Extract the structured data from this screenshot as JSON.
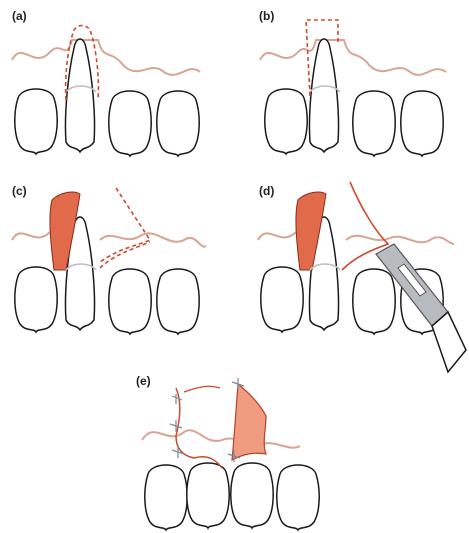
{
  "panels": [
    {
      "id": "a",
      "label": "(a)"
    },
    {
      "id": "b",
      "label": "(b)"
    },
    {
      "id": "c",
      "label": "(c)"
    },
    {
      "id": "d",
      "label": "(d)"
    },
    {
      "id": "e",
      "label": "(e)"
    }
  ],
  "colors": {
    "tooth_outline": "#1a1a1a",
    "gingiva_line": "#d9a491",
    "incision_line": "#d0492f",
    "flap_fill": "#e06a4a",
    "flap_fill_light": "#ef9c80",
    "blade": "#b8bcc0",
    "blade_edge": "#555555",
    "suture": "#7a8a99",
    "cej_line": "#bfbfbf"
  },
  "icons": [
    "tooth-diagram",
    "scalpel-blade-icon",
    "suture-icon"
  ]
}
